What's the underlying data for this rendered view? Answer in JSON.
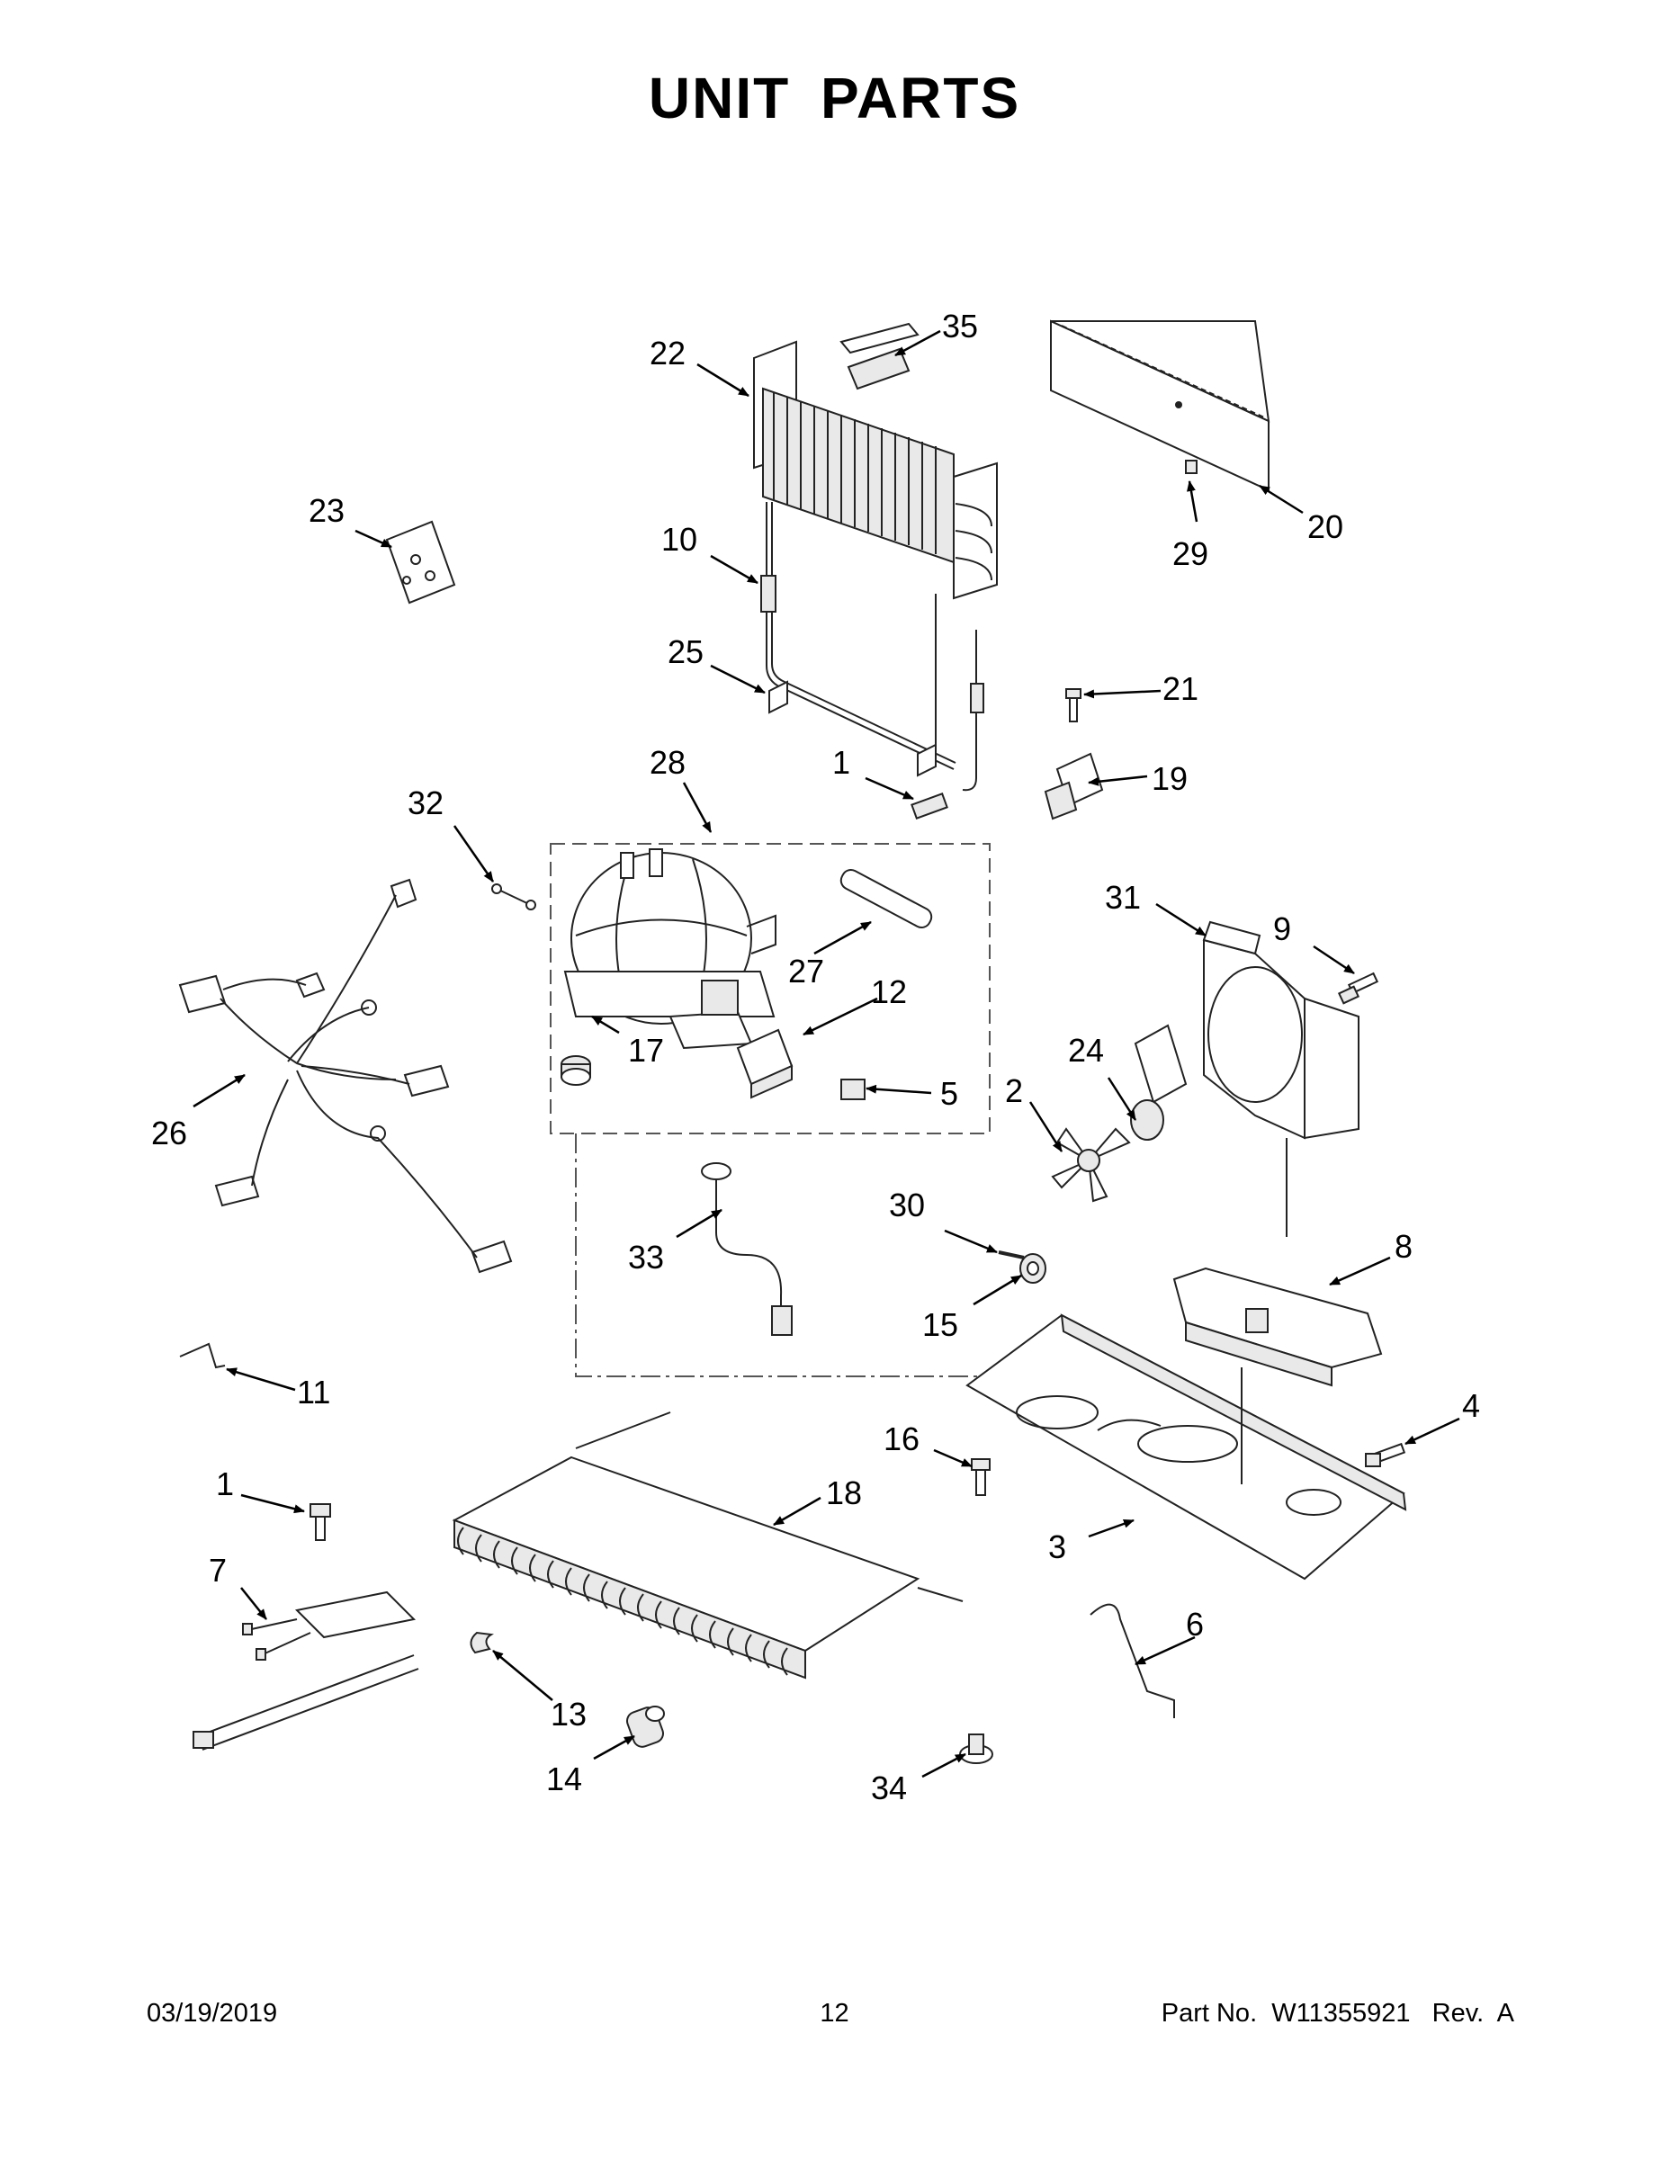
{
  "page": {
    "title": "UNIT PARTS",
    "footer": {
      "date": "03/19/2019",
      "page_number": "12",
      "part_number": "Part No.  W11355921   Rev.  A"
    }
  },
  "callouts": [
    "1",
    "1",
    "2",
    "3",
    "4",
    "5",
    "6",
    "7",
    "8",
    "9",
    "10",
    "11",
    "12",
    "13",
    "14",
    "15",
    "16",
    "17",
    "18",
    "19",
    "20",
    "21",
    "22",
    "23",
    "24",
    "25",
    "26",
    "27",
    "28",
    "29",
    "30",
    "31",
    "32",
    "33",
    "34",
    "35"
  ]
}
